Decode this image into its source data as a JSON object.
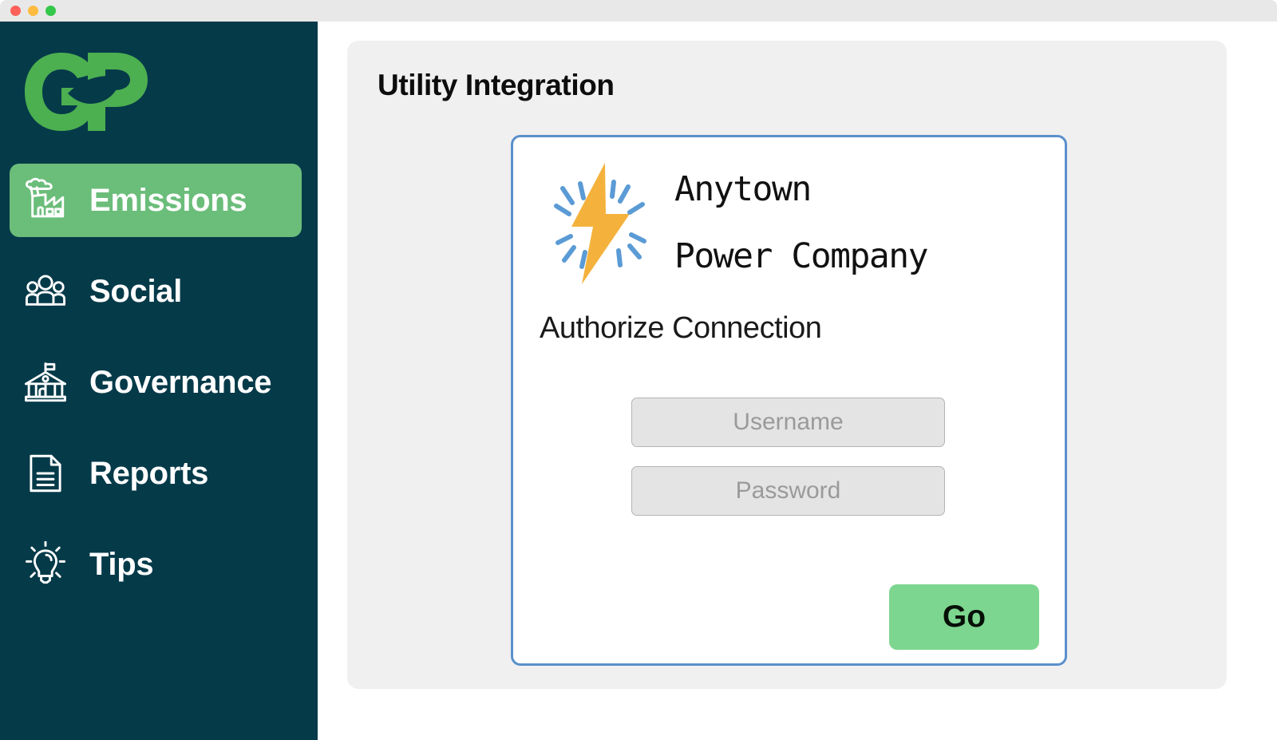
{
  "window": {
    "controls": [
      {
        "name": "close",
        "color": "#fc6058"
      },
      {
        "name": "minimize",
        "color": "#fdbc40"
      },
      {
        "name": "maximize",
        "color": "#34c749"
      }
    ]
  },
  "sidebar": {
    "brand": {
      "icon": "gp-leaf-logo",
      "alt": "GP",
      "color": "#4caf50"
    },
    "background": "#053a49",
    "active_color": "#6bbd7a",
    "items": [
      {
        "label": "Emissions",
        "icon": "factory-icon",
        "active": true
      },
      {
        "label": "Social",
        "icon": "people-group-icon",
        "active": false
      },
      {
        "label": "Governance",
        "icon": "government-building-icon",
        "active": false
      },
      {
        "label": "Reports",
        "icon": "document-lines-icon",
        "active": false
      },
      {
        "label": "Tips",
        "icon": "lightbulb-icon",
        "active": false
      }
    ]
  },
  "main": {
    "title": "Utility Integration",
    "panel_background": "#f0f0f0"
  },
  "card": {
    "border_color": "#5a90cc",
    "utility": {
      "logo_icon": "lightning-bolt-icon",
      "bolt_color": "#f4b23c",
      "spark_color": "#5b9bd5",
      "name_line1": "Anytown",
      "name_line2": "Power Company"
    },
    "subtitle": "Authorize Connection",
    "form": {
      "username": {
        "value": "",
        "placeholder": "Username"
      },
      "password": {
        "value": "",
        "placeholder": "Password"
      }
    },
    "submit": {
      "label": "Go",
      "color": "#7dd68f"
    }
  }
}
